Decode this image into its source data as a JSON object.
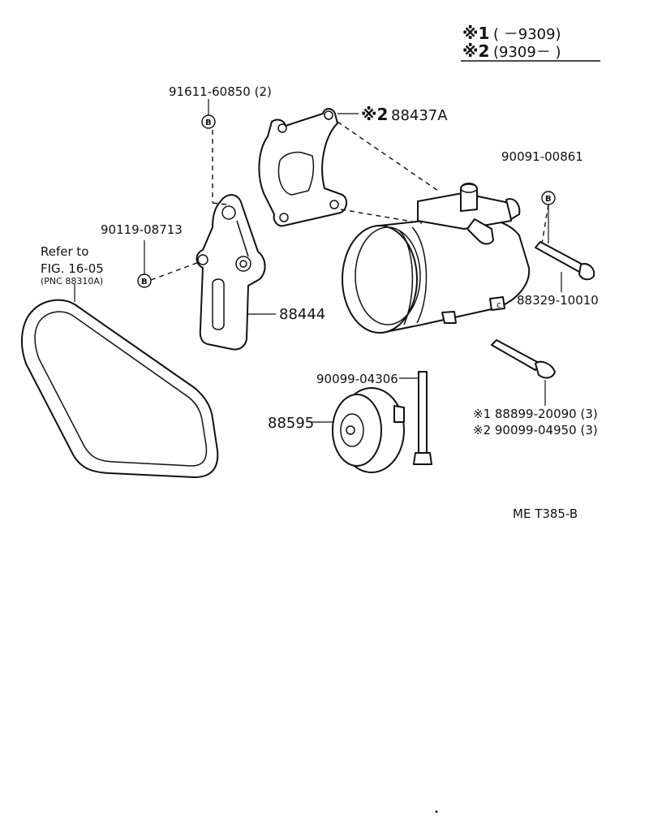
{
  "legend": {
    "row1_mark": "※1",
    "row1_range": "(      －9309)",
    "row2_mark": "※2",
    "row2_range": "(9309－       )"
  },
  "labels": {
    "bolt_top": "91611-60850 (2)",
    "bracket_mark": "※2",
    "bracket": "88437A",
    "bolt_right": "90091-00861",
    "bolt_left": "90119-08713",
    "refer_line1": "Refer to",
    "refer_line2": "FIG. 16-05",
    "refer_line3": "(PNC 88310A)",
    "adjust_bracket": "88444",
    "compressor": "88329-10010",
    "bolt_long": "90099-04306",
    "idler_pulley": "88595",
    "stud_1": "※1  88899-20090  (3)",
    "stud_2": "※2  90099-04950  (3)",
    "figure_code": "ME  T385-B"
  },
  "symbols": {
    "bolt_marker": "B"
  },
  "icons": [
    "bolt-b-icon",
    "v-belt-icon",
    "compressor-icon",
    "pulley-icon"
  ]
}
